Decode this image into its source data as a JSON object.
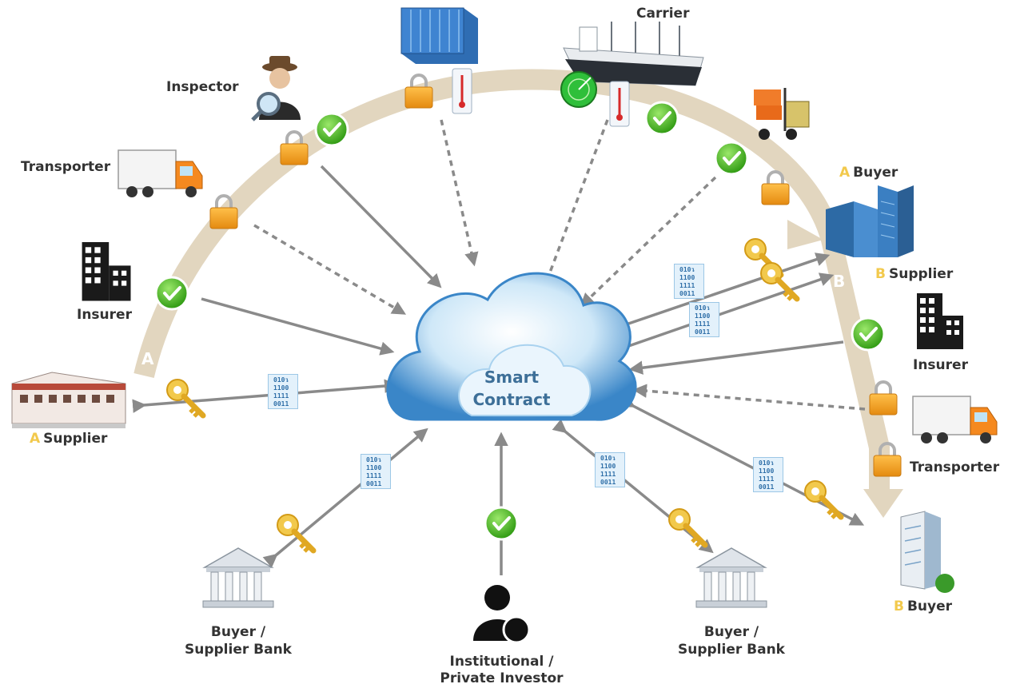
{
  "cloud": {
    "line1": "Smart",
    "line2": "Contract"
  },
  "route_letters": {
    "a": "A",
    "b": "B"
  },
  "labels": {
    "carrier": "Carrier",
    "inspector": "Inspector",
    "transporter_left": "Transporter",
    "insurer_left": "Insurer",
    "supplier_a": {
      "mark": "A",
      "text": "Supplier"
    },
    "buyer_a": {
      "mark": "A",
      "text": "Buyer"
    },
    "supplier_b": {
      "mark": "B",
      "text": "Supplier"
    },
    "insurer_right": "Insurer",
    "transporter_right": "Transporter",
    "buyer_b": {
      "mark": "B",
      "text": "Buyer"
    },
    "bank_left": {
      "line1": "Buyer /",
      "line2": "Supplier Bank"
    },
    "bank_right": {
      "line1": "Buyer /",
      "line2": "Supplier Bank"
    },
    "investor": {
      "line1": "Institutional /",
      "line2": "Private Investor"
    }
  },
  "binary": [
    "010↴",
    "1100",
    "1111",
    "0011"
  ],
  "icons": {
    "container": "shipping-container-icon",
    "ship": "cargo-ship-icon",
    "forklift": "forklift-icon",
    "inspector": "inspector-icon",
    "truck": "truck-icon",
    "building": "office-building-icon",
    "factory": "factory-icon",
    "skyscraper": "skyscraper-icon",
    "bank": "bank-icon",
    "investor": "investor-icon",
    "padlock": "padlock-icon",
    "check": "checkmark-icon",
    "key": "key-icon",
    "thermometer": "thermometer-icon",
    "radar": "radar-icon"
  },
  "colors": {
    "route": "#e2d6bf",
    "cloud_dark": "#3a86c8",
    "cloud_light": "#dff0fb",
    "cloud_text": "#3d6f98",
    "arrow": "#8a8a8a",
    "check": "#4cbb17",
    "lock": "#f5a623",
    "key": "#f2c94c",
    "label": "#333333"
  }
}
